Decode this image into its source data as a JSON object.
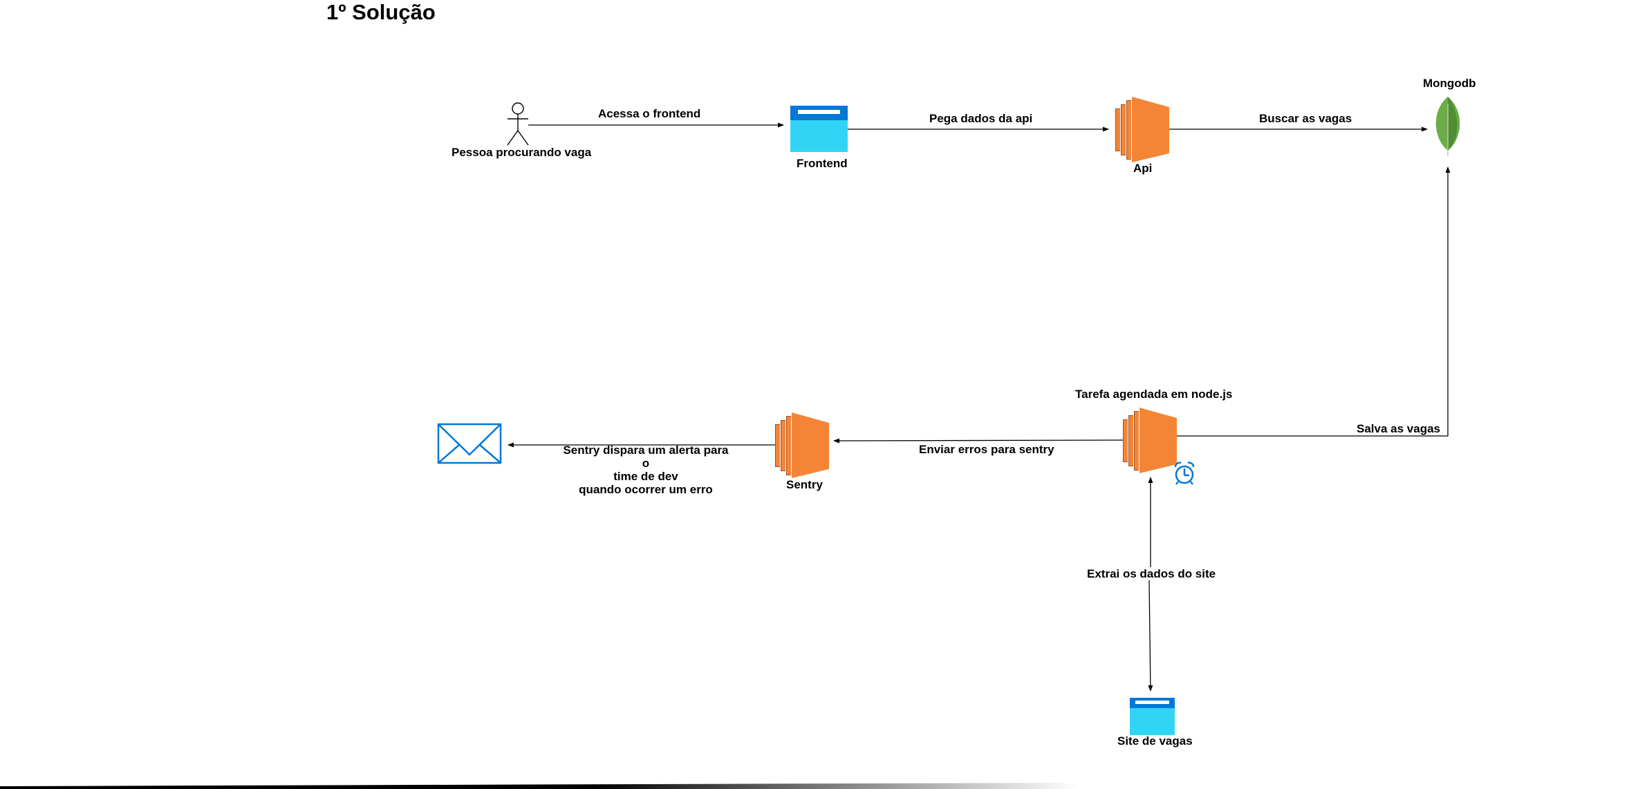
{
  "title": "1º Solução",
  "nodes": {
    "actor": {
      "label": "Pessoa procurando vaga",
      "icon": "person-icon"
    },
    "frontend": {
      "label": "Frontend",
      "icon": "browser-window-icon"
    },
    "api": {
      "label": "Api",
      "icon": "aws-ec2-icon"
    },
    "mongodb": {
      "label": "Mongodb",
      "icon": "mongodb-leaf-icon"
    },
    "scheduled_task": {
      "label": "Tarefa agendada em node.js",
      "icon": "aws-ec2-icon",
      "badge_icon": "alarm-clock-icon"
    },
    "sentry": {
      "label": "Sentry",
      "icon": "aws-ec2-icon"
    },
    "email": {
      "icon": "envelope-icon"
    },
    "jobs_site": {
      "label": "Site de vagas",
      "icon": "browser-window-icon"
    }
  },
  "edges": {
    "access_frontend": "Acessa o frontend",
    "get_api_data": "Pega dados da api",
    "fetch_jobs": "Buscar as vagas",
    "save_jobs": "Salva as vagas",
    "send_errors": "Enviar erros para sentry",
    "sentry_alert": "Sentry dispara um alerta para o\ntime de dev\nquando ocorrer um erro",
    "extract_site": "Extrai os dados do site"
  },
  "colors": {
    "ec2_orange": "#F58536",
    "ec2_dark": "#9D5025",
    "browser_blue": "#0078D7",
    "browser_cyan": "#32D4F5",
    "mongo_green": "#6CAC48",
    "mongo_dark": "#4E8F35",
    "email_blue": "#0078D4"
  }
}
